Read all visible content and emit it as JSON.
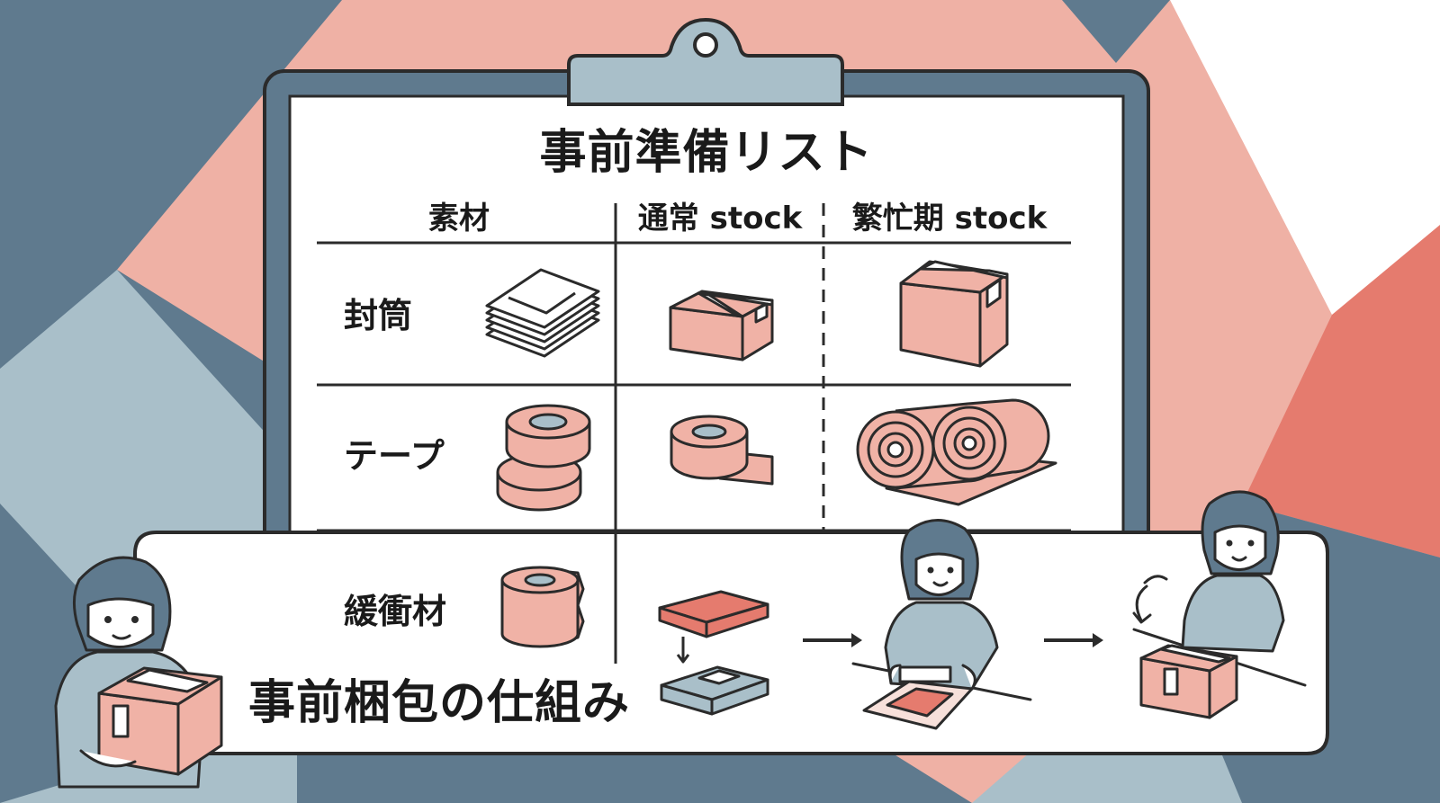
{
  "clipboard": {
    "title": "事前準備リスト",
    "columns": [
      "素材",
      "通常 stock",
      "繁忙期 stock"
    ],
    "rows": [
      {
        "label": "封筒"
      },
      {
        "label": "テープ"
      },
      {
        "label": "緩衝材"
      }
    ]
  },
  "process_panel": {
    "title": "事前梱包の仕組み"
  },
  "colors": {
    "outline": "#2b2b2b",
    "pink": "#f0b2a6",
    "coral": "#e57b6e",
    "slate": "#5f7a8e",
    "light_blue": "#a9bfc9",
    "paper": "#ffffff"
  }
}
